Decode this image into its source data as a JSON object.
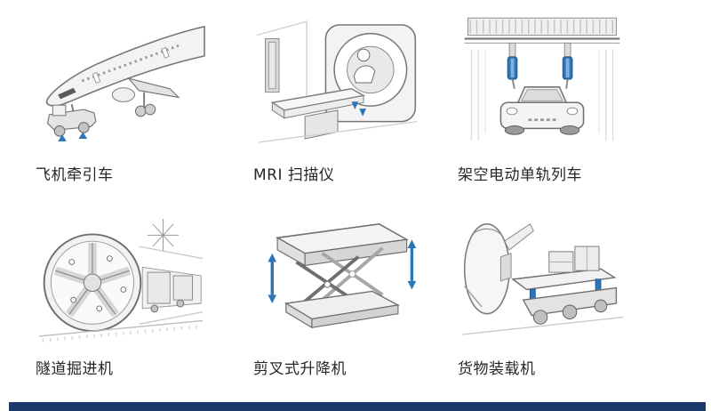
{
  "page": {
    "background": "#ffffff",
    "accent_color": "#2e75b6",
    "footer_bar_color": "#1b3a6b"
  },
  "gallery": {
    "items": [
      {
        "label": "飞机牵引车",
        "icon": "aircraft-tow-tractor-icon"
      },
      {
        "label": "MRI 扫描仪",
        "icon": "mri-scanner-icon"
      },
      {
        "label": "架空电动单轨列车",
        "icon": "overhead-monorail-icon"
      },
      {
        "label": "隧道掘进机",
        "icon": "tunnel-boring-machine-icon"
      },
      {
        "label": "剪叉式升降机",
        "icon": "scissor-lift-icon"
      },
      {
        "label": "货物装载机",
        "icon": "cargo-loader-icon"
      }
    ]
  }
}
